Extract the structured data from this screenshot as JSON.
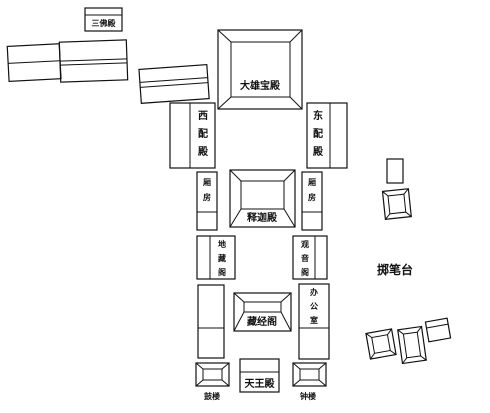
{
  "labels": {
    "sanfo": "三佛殿",
    "daxiong": "大雄宝殿",
    "xipei": [
      "西",
      "配",
      "殿"
    ],
    "dongpei": [
      "东",
      "配",
      "殿"
    ],
    "xiangfang_left": [
      "厢",
      "房"
    ],
    "xiangfang_right": [
      "厢",
      "房"
    ],
    "shijia": "释迦殿",
    "dizang": [
      "地",
      "藏",
      "阁"
    ],
    "guanyin": [
      "观",
      "音",
      "阁"
    ],
    "bangongshi": [
      "办",
      "公",
      "室"
    ],
    "cangjing": "藏经阁",
    "tianwang": "天王殿",
    "zhibitai": "掷笔台",
    "gulou": "鼓楼",
    "zhonglou": "钟楼"
  }
}
